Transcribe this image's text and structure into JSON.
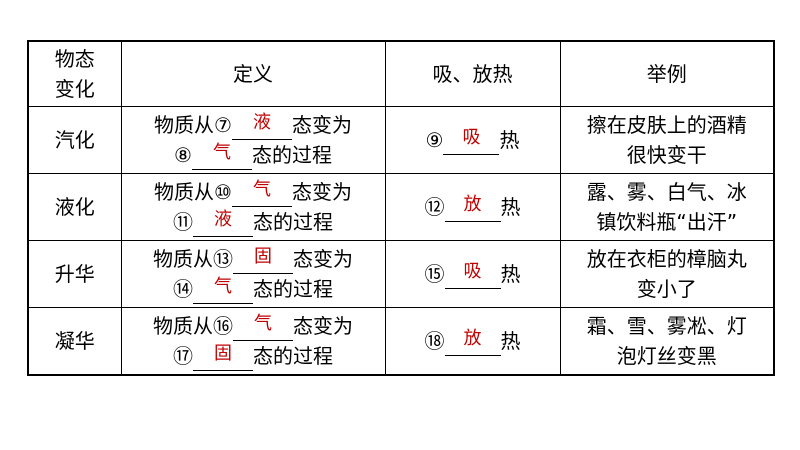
{
  "headers": [
    "物态\n变化",
    "定义",
    "吸、放热",
    "举例"
  ],
  "header_first_lines": [
    "物态",
    "变化"
  ],
  "rows": [
    {
      "name": "汽化",
      "def": {
        "l1_pre": "物质从⑦",
        "from": "液",
        "l1_post": "态变为",
        "l2_pre": "⑧",
        "to": "气",
        "l2_post": "态的过程"
      },
      "heat": {
        "num": "⑨",
        "ans": "吸",
        "post": "热"
      },
      "example": [
        "擦在皮肤上的酒精",
        "很快变干"
      ]
    },
    {
      "name": "液化",
      "def": {
        "l1_pre": "物质从⑩",
        "from": "气",
        "l1_post": "态变为",
        "l2_pre": "⑪",
        "to": "液",
        "l2_post": "态的过程"
      },
      "heat": {
        "num": "⑫",
        "ans": "放",
        "post": "热"
      },
      "example": [
        "露、雾、白气、冰",
        "镇饮料瓶“出汗”"
      ]
    },
    {
      "name": "升华",
      "def": {
        "l1_pre": "物质从⑬",
        "from": "固",
        "l1_post": "态变为",
        "l2_pre": "⑭",
        "to": "气",
        "l2_post": "态的过程"
      },
      "heat": {
        "num": "⑮",
        "ans": "吸",
        "post": "热"
      },
      "example": [
        "放在衣柜的樟脑丸",
        "变小了"
      ]
    },
    {
      "name": "凝华",
      "def": {
        "l1_pre": "物质从⑯",
        "from": "气",
        "l1_post": "态变为",
        "l2_pre": "⑰",
        "to": "固",
        "l2_post": "态的过程"
      },
      "heat": {
        "num": "⑱",
        "ans": "放",
        "post": "热"
      },
      "example": [
        "霜、雪、雾凇、灯",
        "泡灯丝变黑"
      ]
    }
  ],
  "colors": {
    "answer": "#c00000",
    "border": "#000000",
    "text": "#000000"
  }
}
